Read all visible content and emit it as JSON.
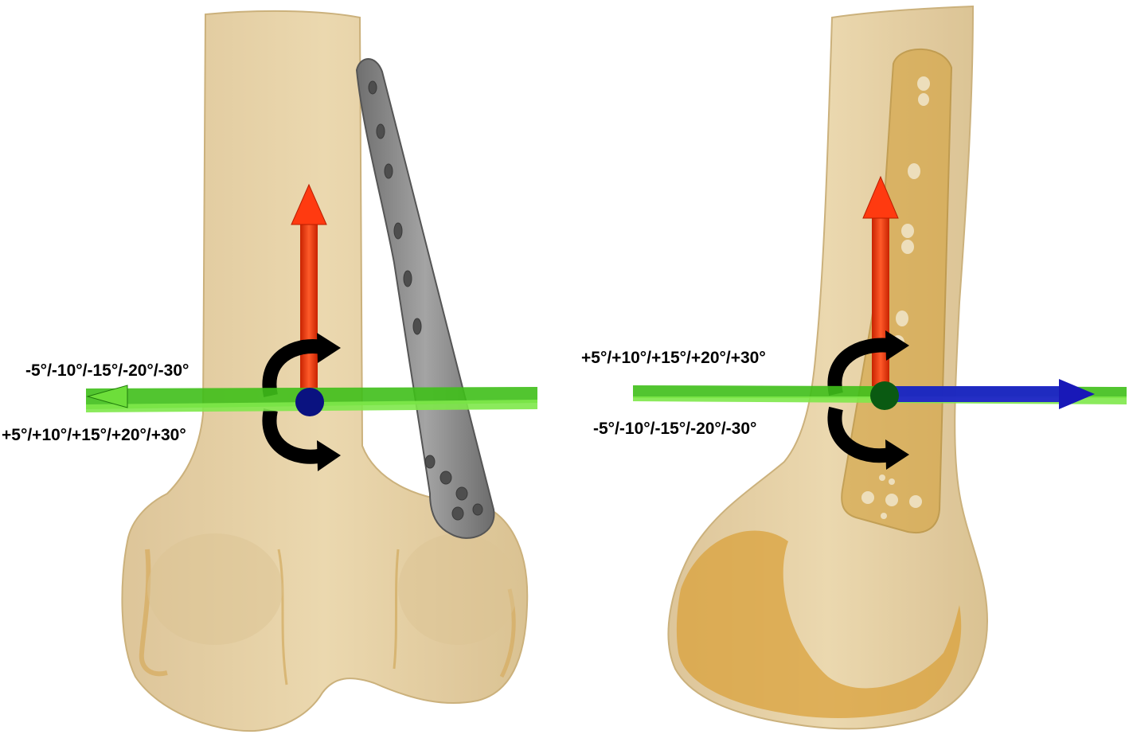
{
  "panels": [
    {
      "id": "anterior-view",
      "labels": {
        "upper": "-5°/-10°/-15°/-20°/-30°",
        "lower": "+5°/+10°/+15°/+20°/+30°"
      }
    },
    {
      "id": "lateral-view",
      "labels": {
        "upper": "+5°/+10°/+15°/+20°/+30°",
        "lower": "-5°/-10°/-15°/-20°/-30°"
      }
    }
  ],
  "colors": {
    "bone_fill": "#e6cfa0",
    "bone_edge": "#c7aa70",
    "cartilage": "#d9a23c",
    "plate_grey": "#8a8a8a",
    "plate_gold": "#d7a94c",
    "axis_red": "#ff3a10",
    "axis_green": "#33c11a",
    "axis_blue": "#1a1ad0",
    "rotation_arrow": "#000000",
    "origin_blue": "#0a1280",
    "origin_green": "#0a5a12"
  }
}
